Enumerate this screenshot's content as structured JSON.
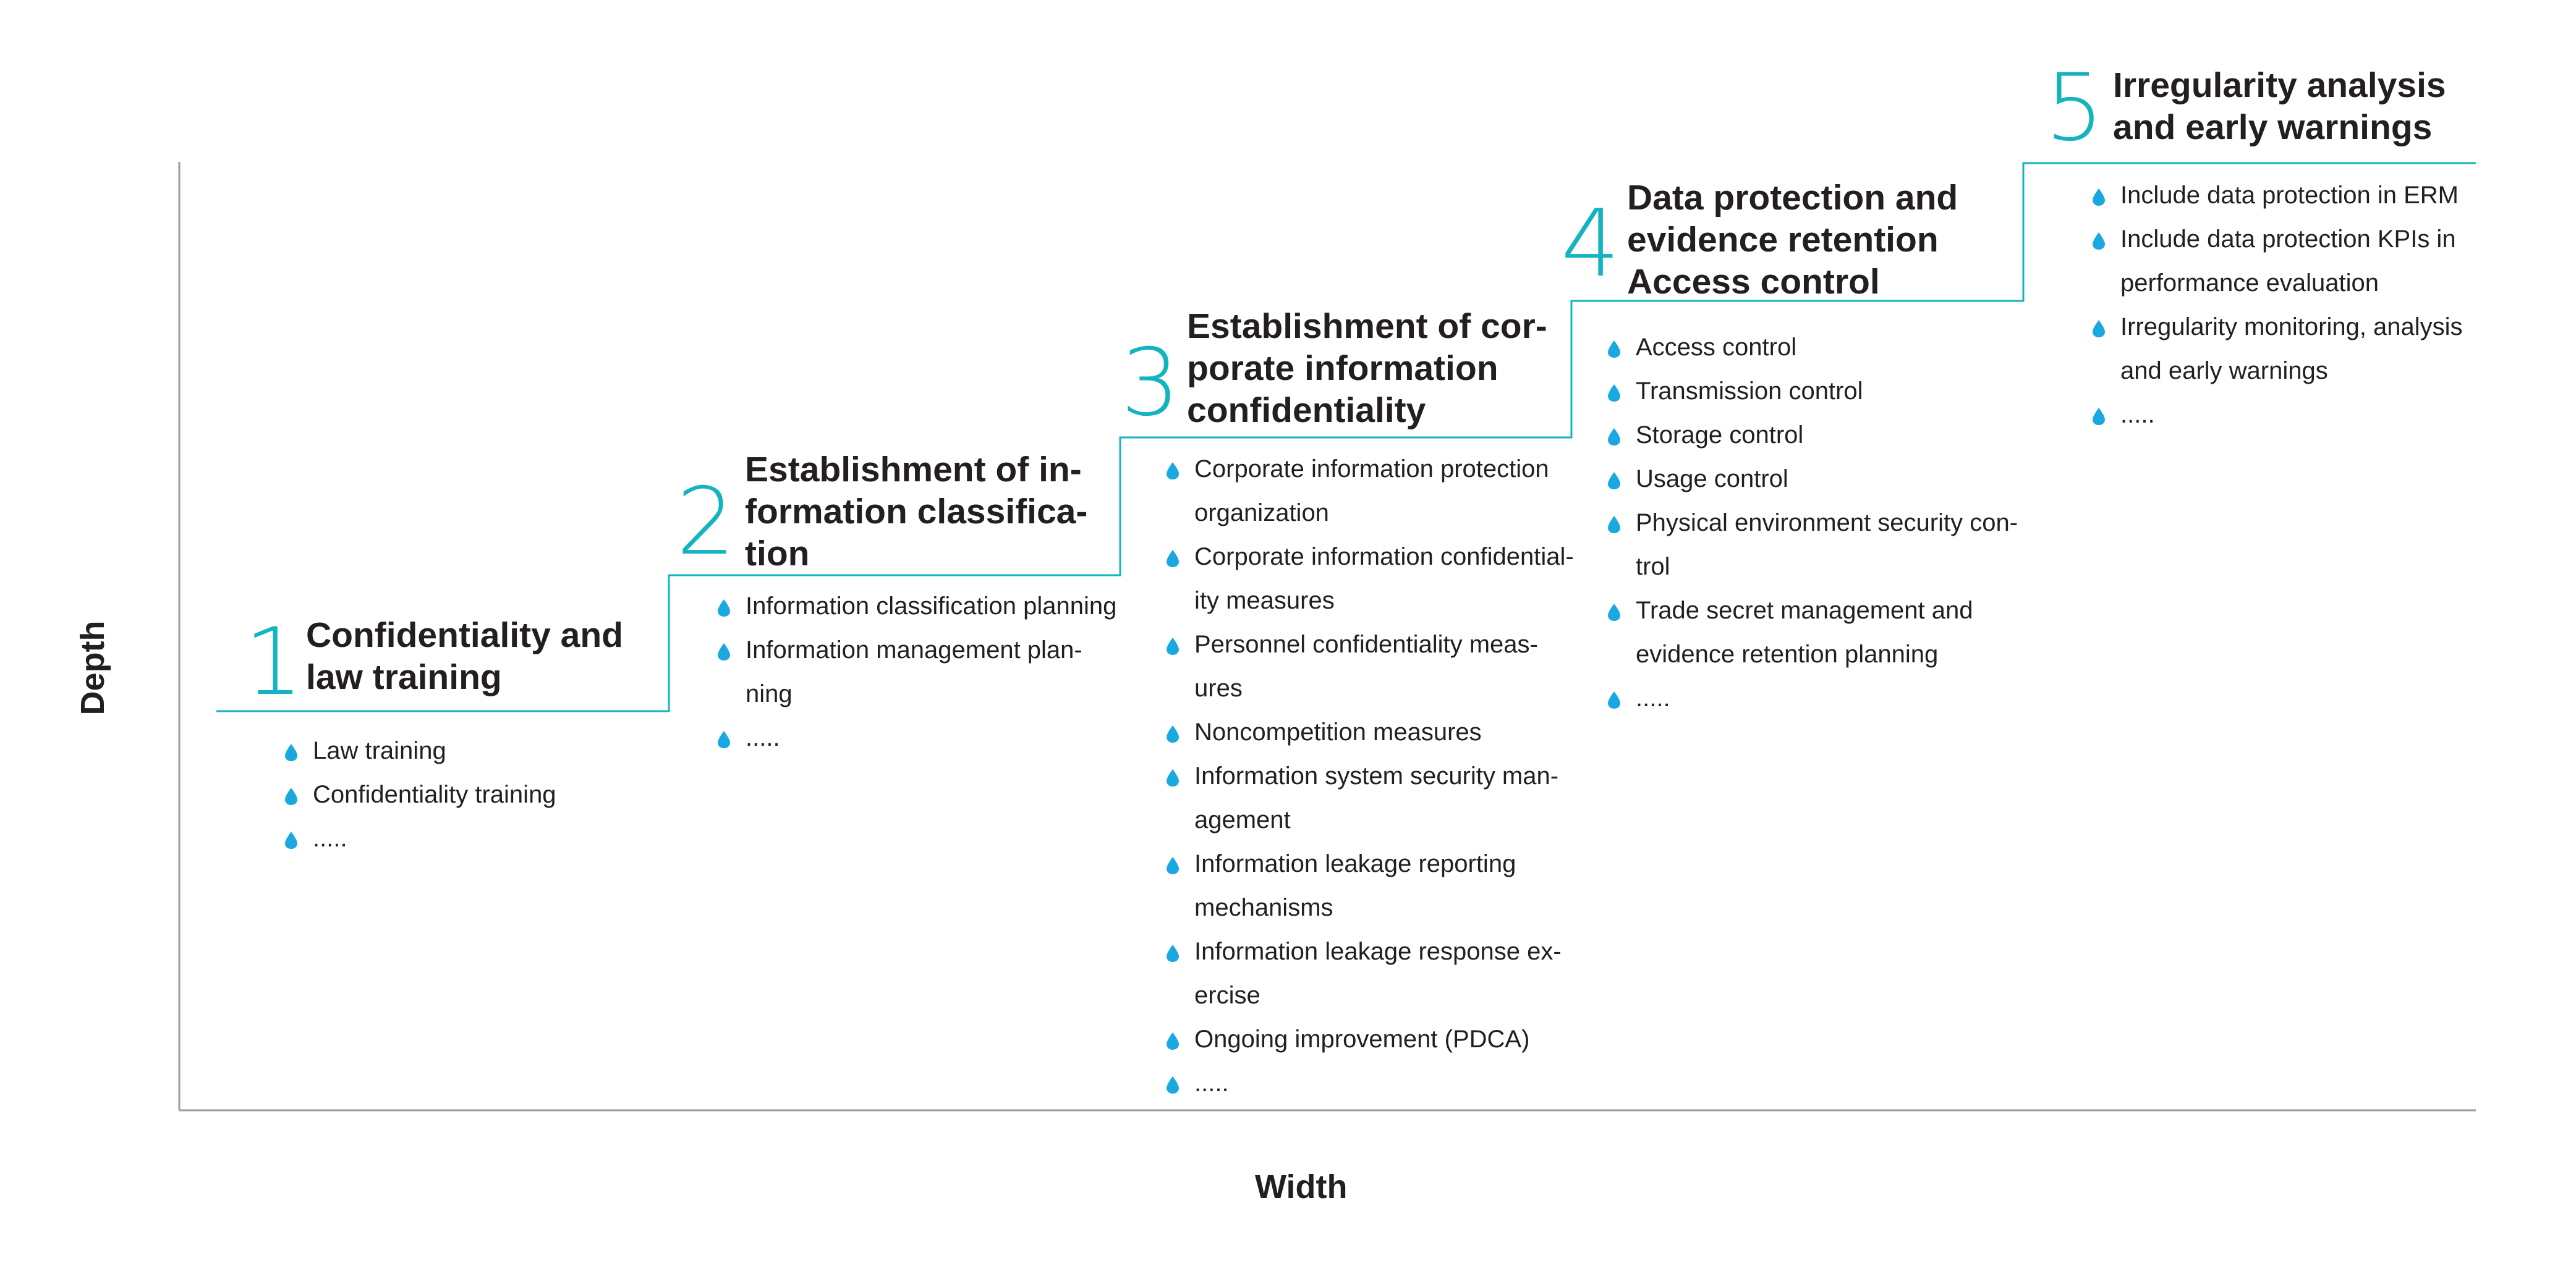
{
  "axes": {
    "x_label": "Width",
    "y_label": "Depth"
  },
  "colors": {
    "accent": "#13b4c0",
    "bullet": "#1aa8e0",
    "axis": "#9d9d9c",
    "text": "#231f20"
  },
  "icons": {
    "bullet": "water-drop-icon"
  },
  "steps": [
    {
      "number": "1",
      "title": [
        "Confidentiality and",
        "law training"
      ],
      "items": [
        [
          "Law training"
        ],
        [
          "Confidentiality training"
        ],
        [
          "....."
        ]
      ]
    },
    {
      "number": "2",
      "title": [
        "Establishment of in-",
        "formation classifica-",
        "tion"
      ],
      "items": [
        [
          "Information classification planning"
        ],
        [
          "Information management plan-",
          "ning"
        ],
        [
          "....."
        ]
      ]
    },
    {
      "number": "3",
      "title": [
        "Establishment of cor-",
        "porate information",
        "confidentiality"
      ],
      "items": [
        [
          "Corporate information protection",
          "organization"
        ],
        [
          "Corporate information confidential-",
          "ity measures"
        ],
        [
          "Personnel confidentiality meas-",
          "ures"
        ],
        [
          "Noncompetition measures"
        ],
        [
          "Information system security man-",
          "agement"
        ],
        [
          "Information leakage reporting",
          "mechanisms"
        ],
        [
          "Information leakage response ex-",
          "ercise"
        ],
        [
          "Ongoing improvement (PDCA)"
        ],
        [
          "....."
        ]
      ]
    },
    {
      "number": "4",
      "title": [
        "Data protection and",
        "evidence retention",
        "Access control"
      ],
      "items": [
        [
          "Access control"
        ],
        [
          "Transmission control"
        ],
        [
          "Storage control"
        ],
        [
          "Usage control"
        ],
        [
          "Physical environment security con-",
          "trol"
        ],
        [
          "Trade secret management and",
          "evidence retention planning"
        ],
        [
          "....."
        ]
      ]
    },
    {
      "number": "5",
      "title": [
        "Irregularity analysis",
        "and early warnings"
      ],
      "items": [
        [
          "Include data protection in ERM"
        ],
        [
          "Include data protection KPIs in",
          "performance evaluation"
        ],
        [
          "Irregularity monitoring, analysis",
          "and early warnings"
        ],
        [
          "....."
        ]
      ]
    }
  ]
}
